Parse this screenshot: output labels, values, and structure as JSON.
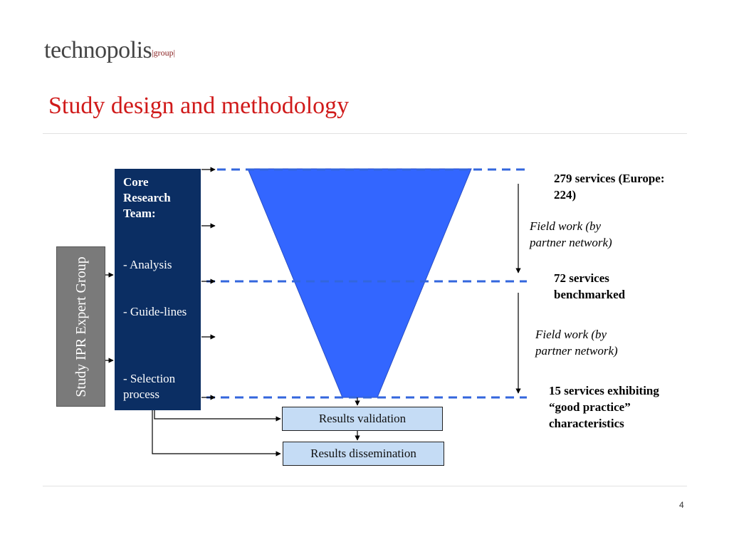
{
  "header": {
    "logo_text": "technopolis",
    "logo_suffix": "|group|",
    "title": "Study design and methodology"
  },
  "diagram": {
    "core_team": {
      "title": "Core Research Team:",
      "items": [
        "- Analysis",
        "- Guide-lines",
        "- Selection process"
      ]
    },
    "expert_group": "Study IPR Expert Group",
    "results": [
      "Results validation",
      "Results dissemination"
    ],
    "levels": [
      "279 services (Europe: 224)",
      "72 services benchmarked",
      "15 services exhibiting “good practice” characteristics"
    ],
    "field_work": [
      "Field work (by partner network)",
      "Field work (by partner network)"
    ],
    "colors": {
      "funnel": "#3366ff",
      "dashed": "#3366dd",
      "core_box": "#0b2e63",
      "expert_box": "#7a7a7a",
      "result_box": "#c5dcf5",
      "title": "#d01a1a"
    }
  },
  "footer": {
    "page_number": "4"
  }
}
